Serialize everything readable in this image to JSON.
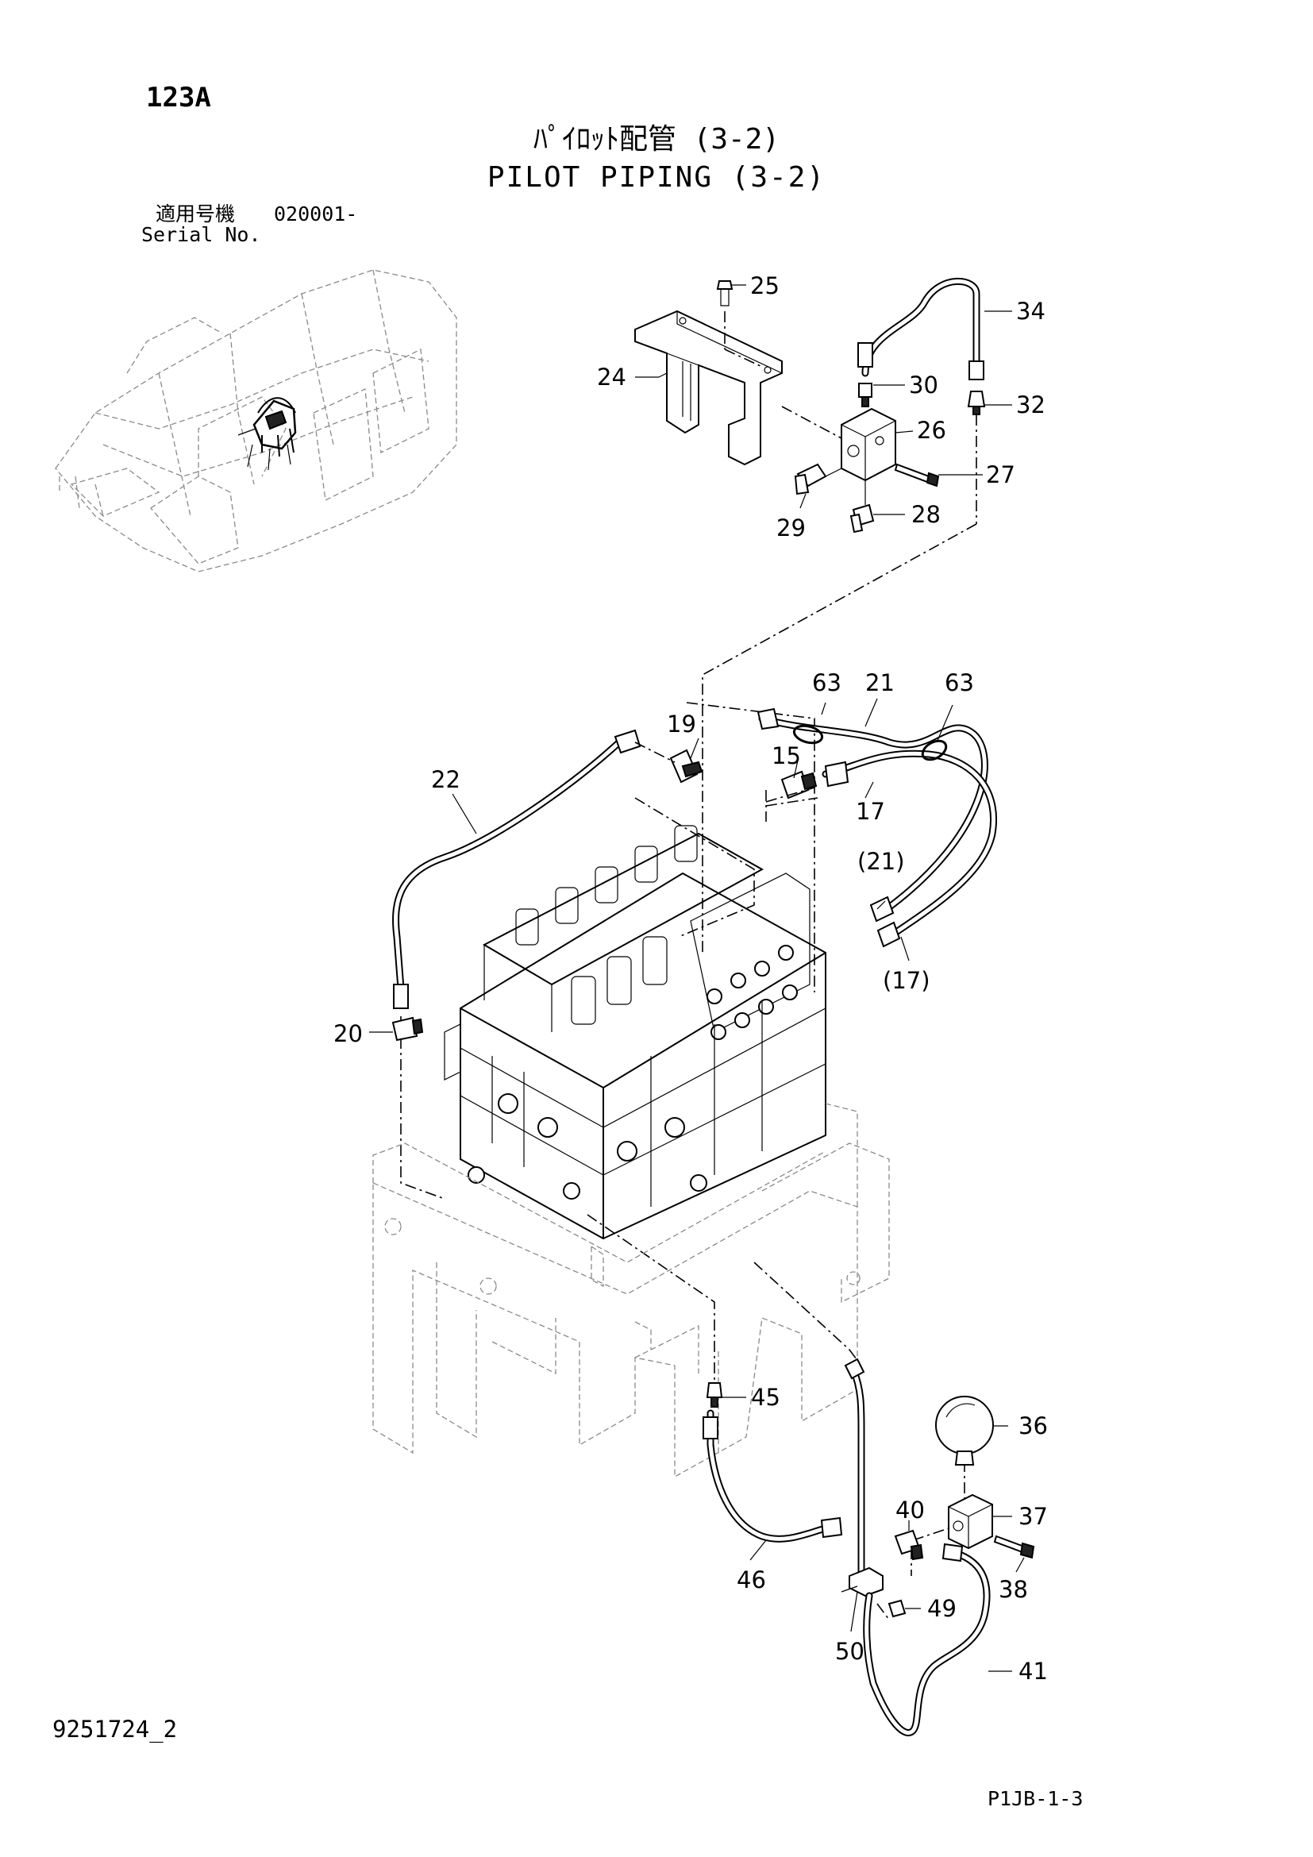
{
  "header": {
    "page_code": "123A",
    "title_jp": "ﾊﾟｲﾛｯﾄ配管 (3-2)",
    "title_en": "PILOT PIPING (3-2)",
    "serial_label_jp": "適用号機",
    "serial_value": "020001-",
    "serial_label_en": "Serial No."
  },
  "footer": {
    "document_number": "9251724_2",
    "drawing_code": "P1JB-1-3"
  },
  "callouts": {
    "c15": "15",
    "c17": "17",
    "c17p": "(17)",
    "c19": "19",
    "c20": "20",
    "c21": "21",
    "c21p": "(21)",
    "c22": "22",
    "c24": "24",
    "c25": "25",
    "c26": "26",
    "c27": "27",
    "c28": "28",
    "c29": "29",
    "c30": "30",
    "c32": "32",
    "c34": "34",
    "c36": "36",
    "c37": "37",
    "c38": "38",
    "c40": "40",
    "c41": "41",
    "c45": "45",
    "c46": "46",
    "c49": "49",
    "c50": "50",
    "c63a": "63",
    "c63b": "63"
  }
}
